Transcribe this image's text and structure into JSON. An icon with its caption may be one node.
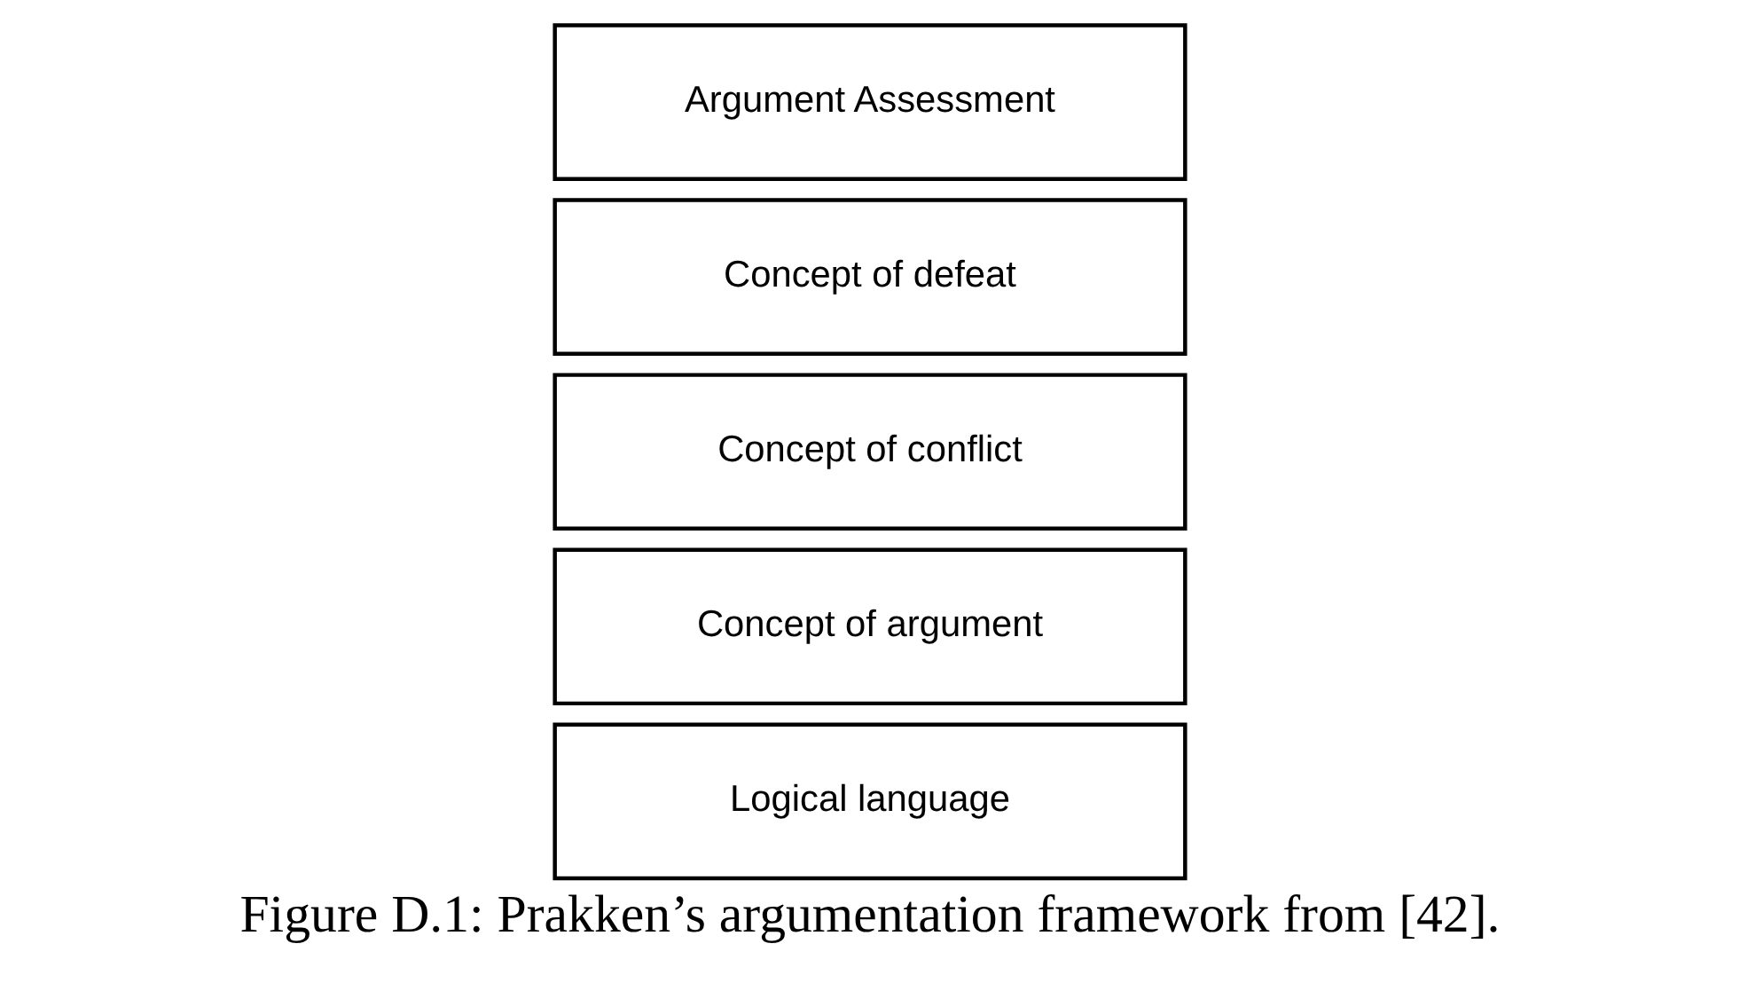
{
  "diagram": {
    "caption": "Figure D.1: Prakken’s argumentation framework from [42].",
    "nodes": [
      {
        "text": [
          "Argument Assessment"
        ]
      },
      {
        "text": [
          "Concept of defeat"
        ]
      },
      {
        "text": [
          "Concept of conflict"
        ]
      },
      {
        "text": [
          "Concept of argument"
        ]
      },
      {
        "text": [
          "Logical language"
        ]
      }
    ],
    "edges": []
  }
}
